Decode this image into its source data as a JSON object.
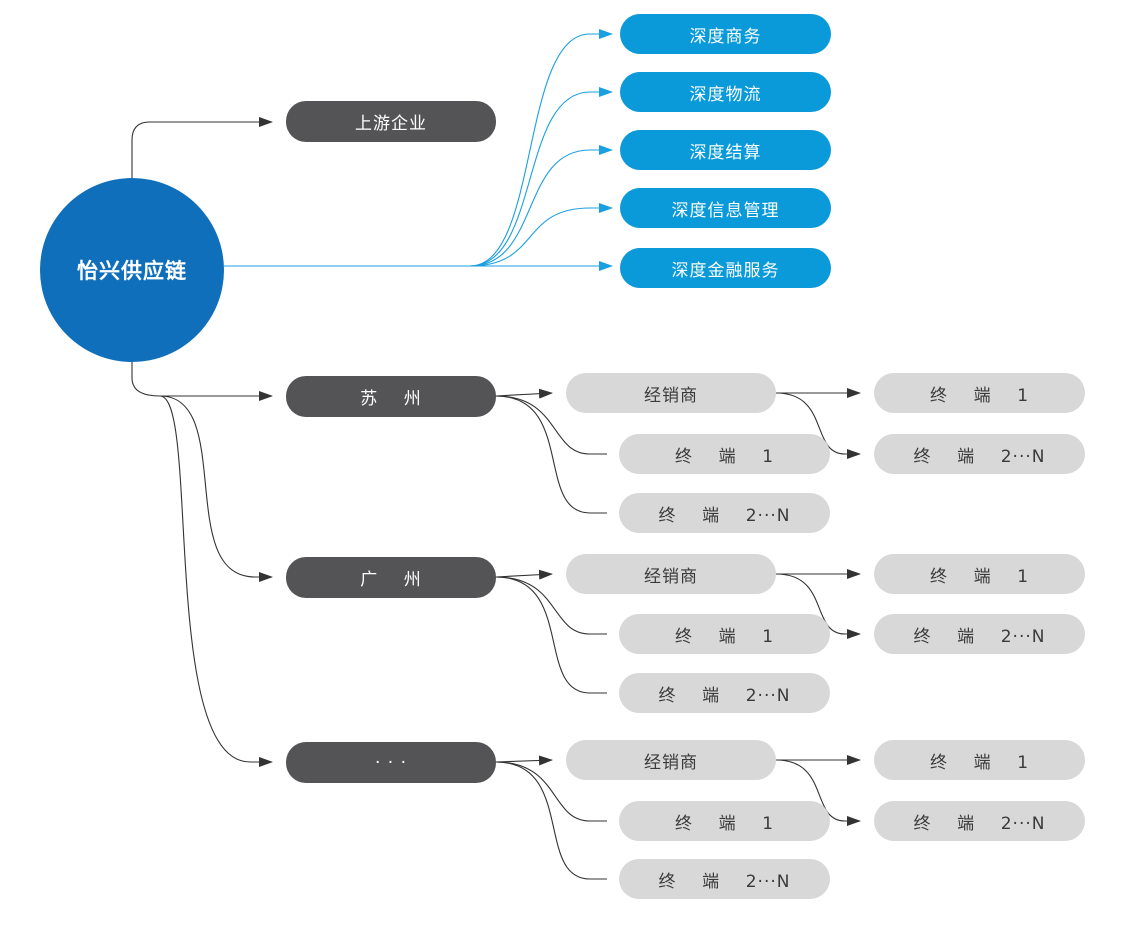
{
  "colors": {
    "center_fill": "#0f6fbb",
    "service_fill": "#0a9ad9",
    "region_fill": "#545456",
    "leaf_fill": "#d8d8d9",
    "connector_dark": "#333333",
    "connector_blue": "#1a9fe0"
  },
  "center": {
    "label": "怡兴供应链"
  },
  "upstream": {
    "label": "上游企业"
  },
  "services": [
    {
      "label": "深度商务"
    },
    {
      "label": "深度物流"
    },
    {
      "label": "深度结算"
    },
    {
      "label": "深度信息管理"
    },
    {
      "label": "深度金融服务"
    }
  ],
  "regions": [
    {
      "label": "苏    州",
      "distributor": "经销商",
      "direct_terminals": [
        "终    端    1",
        "终    端    2···N"
      ],
      "dist_terminals": [
        "终    端    1",
        "终    端    2···N"
      ]
    },
    {
      "label": "广    州",
      "distributor": "经销商",
      "direct_terminals": [
        "终    端    1",
        "终    端    2···N"
      ],
      "dist_terminals": [
        "终    端    1",
        "终    端    2···N"
      ]
    },
    {
      "label": "· · ·",
      "distributor": "经销商",
      "direct_terminals": [
        "终    端    1",
        "终    端    2···N"
      ],
      "dist_terminals": [
        "终    端    1",
        "终    端    2···N"
      ]
    }
  ]
}
